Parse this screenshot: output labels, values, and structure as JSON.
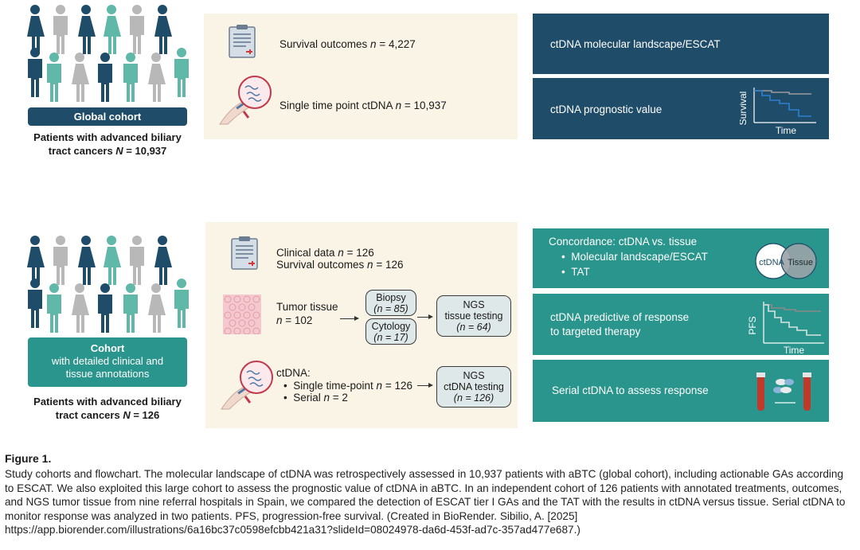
{
  "global": {
    "label": "Global cohort",
    "caption_line1": "Patients with advanced biliary",
    "caption_line2_pre": "tract cancers ",
    "caption_N": "N",
    "caption_line2_post": " = 10,937",
    "survival_pre": "Survival outcomes ",
    "survival_n": "n",
    "survival_post": " = 4,227",
    "ctdna_pre": "Single time point ctDNA ",
    "ctdna_n": "n",
    "ctdna_post": " = 10,937",
    "right1": "ctDNA molecular landscape/ESCAT",
    "right2": "ctDNA prognostic value",
    "km_ylabel": "Survival",
    "km_xlabel": "Time"
  },
  "cohort": {
    "label_line1": "Cohort",
    "label_line2": "with detailed clinical and",
    "label_line3": "tissue annotations",
    "caption_line1": "Patients with advanced biliary",
    "caption_line2_pre": "tract cancers ",
    "caption_N": "N",
    "caption_line2_post": " = 126",
    "clinical_pre": "Clinical data ",
    "clinical_n": "n",
    "clinical_post": " = 126",
    "survival_pre": "Survival outcomes ",
    "survival_n": "n",
    "survival_post": " = 126",
    "tumor_line1": "Tumor tissue",
    "tumor_n": "n",
    "tumor_post": " = 102",
    "biopsy_label": "Biopsy",
    "biopsy_n": "(n = 85)",
    "cytology_label": "Cytology",
    "cytology_n": "(n = 17)",
    "ngs_tissue_l1": "NGS",
    "ngs_tissue_l2": "tissue testing",
    "ngs_tissue_l3": "(n = 64)",
    "ctdna_label": "ctDNA:",
    "bullet1_pre": "Single time-point ",
    "bullet1_n": "n",
    "bullet1_post": " = 126",
    "bullet2_pre": "Serial ",
    "bullet2_n": "n",
    "bullet2_post": " = 2",
    "ngs_ctdna_l1": "NGS",
    "ngs_ctdna_l2": "ctDNA testing",
    "ngs_ctdna_l3": "(n = 126)",
    "concord_title": "Concordance: ctDNA vs. tissue",
    "concord_b1": "Molecular landscape/ESCAT",
    "concord_b2": "TAT",
    "venn_left": "ctDNA",
    "venn_right": "Tissue",
    "predict_l1": "ctDNA predictive of response",
    "predict_l2": "to targeted therapy",
    "pfs_ylabel": "PFS",
    "pfs_xlabel": "Time",
    "serial": "Serial ctDNA to assess response"
  },
  "figure": {
    "title": "Figure 1.",
    "caption": "Study cohorts and flowchart. The molecular landscape of ctDNA was retrospectively assessed in 10,937 patients with aBTC (global cohort), including actionable GAs according to ESCAT. We also exploited this large cohort to assess the prognostic value of ctDNA in aBTC. In an independent cohort of 126 patients with annotated treatments, outcomes, and NGS tumor tissue from nine referral hospitals in Spain, we compared the detection of ESCAT tier I GAs and the TAT with the results in ctDNA versus tissue. Serial ctDNA to monitor response was analyzed in two patients. PFS, progression-free survival. (Created in BioRender. Sibilio, A. [2025] https://app.biorender.com/illustrations/6a16bc37c0598efcbb421a31?slideId=08024978-da6d-453f-ad7c-357ad477e687.)"
  },
  "colors": {
    "navy": "#1f4d69",
    "teal": "#2a958c",
    "beige": "#faf4e6",
    "person_navy": "#1f4d69",
    "person_teal": "#5fb8a8",
    "person_gray": "#b8b8b8"
  }
}
